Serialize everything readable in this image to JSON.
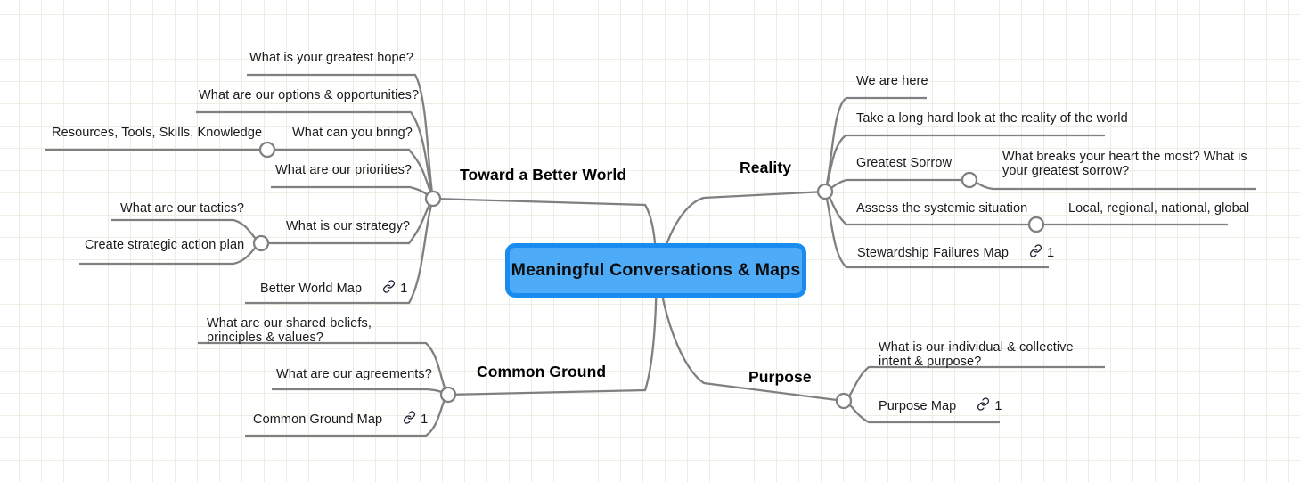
{
  "app": {
    "type": "mind-map",
    "background": "#ffffff",
    "grid_color": "#e7f0e2",
    "edge_color": "#808080",
    "text_color": "#1a1a1a"
  },
  "root": {
    "label": "Meaningful Conversations & Maps",
    "fill": "#4dabf7",
    "border": "#1a8cf0",
    "text_color": "#0d0d0d"
  },
  "branches": [
    {
      "id": "toward-a-better-world",
      "label": "Toward a Better World",
      "side": "left",
      "children": [
        {
          "id": "greatest-hope",
          "label": "What is your greatest hope?"
        },
        {
          "id": "options-opportunities",
          "label": "What are our options & opportunities?"
        },
        {
          "id": "what-can-you-bring",
          "label": "What can you bring?",
          "children": [
            {
              "id": "resources-tools-skills-knowledge",
              "label": "Resources, Tools, Skills, Knowledge"
            }
          ]
        },
        {
          "id": "our-priorities",
          "label": "What are our priorities?"
        },
        {
          "id": "what-is-our-strategy",
          "label": "What is our strategy?",
          "children": [
            {
              "id": "our-tactics",
              "label": "What are our tactics?"
            },
            {
              "id": "create-strategic-action-plan",
              "label": "Create strategic action plan"
            }
          ]
        },
        {
          "id": "better-world-map",
          "label": "Better World Map",
          "link_icon": "link-icon",
          "link_count": "1"
        }
      ]
    },
    {
      "id": "common-ground",
      "label": "Common Ground",
      "side": "left",
      "children": [
        {
          "id": "shared-beliefs",
          "label": "What are our shared beliefs, principles & values?"
        },
        {
          "id": "our-agreements",
          "label": "What are our agreements?"
        },
        {
          "id": "common-ground-map",
          "label": "Common Ground Map",
          "link_icon": "link-icon",
          "link_count": "1"
        }
      ]
    },
    {
      "id": "reality",
      "label": "Reality",
      "side": "right",
      "children": [
        {
          "id": "we-are-here",
          "label": "We are here"
        },
        {
          "id": "take-a-long-hard-look",
          "label": "Take a long hard look at the reality of the world"
        },
        {
          "id": "greatest-sorrow",
          "label": "Greatest Sorrow",
          "children": [
            {
              "id": "breaks-your-heart",
              "label": "What breaks your heart the most?  What is your greatest sorrow?"
            }
          ]
        },
        {
          "id": "assess-systemic-situation",
          "label": "Assess the systemic situation",
          "children": [
            {
              "id": "local-regional-national-global",
              "label": "Local, regional, national, global"
            }
          ]
        },
        {
          "id": "stewardship-failures-map",
          "label": "Stewardship Failures Map",
          "link_icon": "link-icon",
          "link_count": "1"
        }
      ]
    },
    {
      "id": "purpose",
      "label": "Purpose",
      "side": "right",
      "children": [
        {
          "id": "individual-collective-intent",
          "label": "What is our individual & collective intent & purpose?"
        },
        {
          "id": "purpose-map",
          "label": "Purpose Map",
          "link_icon": "link-icon",
          "link_count": "1"
        }
      ]
    }
  ],
  "labels": {
    "greatest_hope": "What is your greatest hope?",
    "options_opportunities": "What are our options & opportunities?",
    "resources": "Resources, Tools, Skills, Knowledge",
    "what_can_you_bring": "What can you bring?",
    "our_priorities": "What are our priorities?",
    "our_tactics": "What are our tactics?",
    "what_is_our_strategy": "What is our strategy?",
    "create_strategic_action_plan": "Create strategic action plan",
    "better_world_map": "Better World Map",
    "shared_beliefs": "What are our shared beliefs, principles &\nvalues?",
    "our_agreements": "What are our agreements?",
    "common_ground_map": "Common Ground Map",
    "toward_a_better_world": "Toward a Better World",
    "common_ground": "Common Ground",
    "reality": "Reality",
    "purpose": "Purpose",
    "we_are_here": "We are here",
    "take_a_long_hard_look": "Take a long hard look at the reality of the world",
    "greatest_sorrow": "Greatest Sorrow",
    "breaks_your_heart": "What breaks your heart the most?  What is your\ngreatest sorrow?",
    "assess_systemic": "Assess the systemic situation",
    "local_regional": "Local, regional, national, global",
    "stewardship_failures_map": "Stewardship Failures Map",
    "individual_collective_intent": "What is our individual & collective intent &\npurpose?",
    "purpose_map": "Purpose Map",
    "link_count": "1"
  }
}
